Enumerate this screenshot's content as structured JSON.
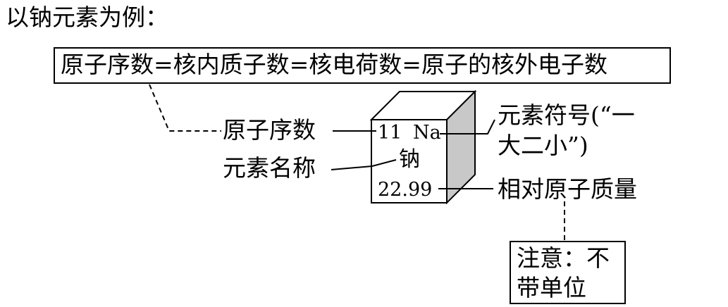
{
  "intro": "以钠元素为例：",
  "equation": "原子序数=核内质子数=核电荷数=原子的核外电子数",
  "element": {
    "atomic_number": "11",
    "symbol": "Na",
    "name": "钠",
    "atomic_mass": "22.99"
  },
  "labels": {
    "atomic_number": "原子序数",
    "element_name": "元素名称",
    "symbol_line1": "元素符号(“一",
    "symbol_line2": "大二小”)",
    "atomic_mass": "相对原子质量"
  },
  "note": {
    "line1": "注意：不",
    "line2": "带单位"
  },
  "colors": {
    "cube_side": "#c8c8c8",
    "cube_top": "#ffffff",
    "cube_front": "#ffffff"
  }
}
